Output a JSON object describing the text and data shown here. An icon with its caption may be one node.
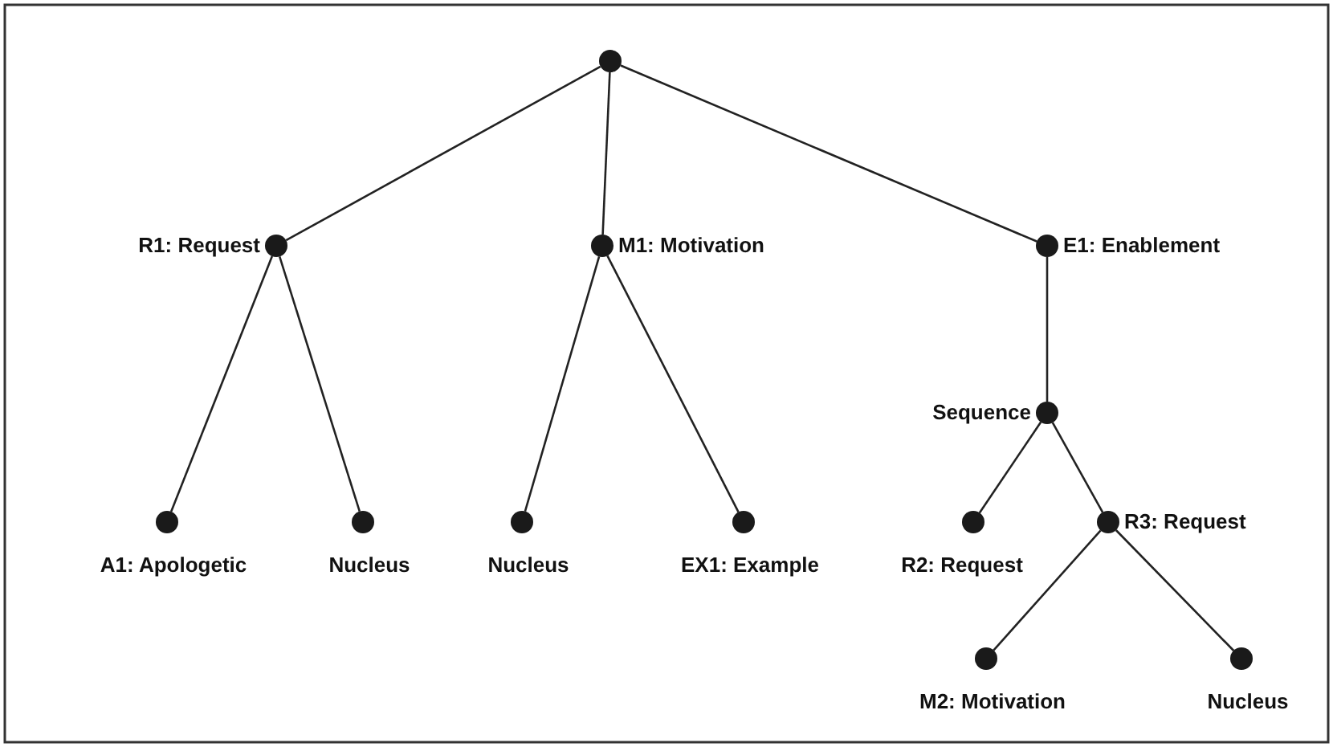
{
  "diagram": {
    "nodes": [
      {
        "text": [],
        "shape": "circle"
      },
      {
        "text": [],
        "shape": "circle",
        "beside": [
          "R1: Request"
        ]
      },
      {
        "text": [],
        "shape": "circle",
        "beside": [
          "M1: Motivation"
        ]
      },
      {
        "text": [],
        "shape": "circle",
        "beside": [
          "E1: Enablement"
        ]
      },
      {
        "text": [],
        "shape": "circle",
        "beside": [
          "A1: Apologetic"
        ]
      },
      {
        "text": [],
        "shape": "circle",
        "beside": [
          "Nucleus"
        ]
      },
      {
        "text": [],
        "shape": "circle",
        "beside": [
          "Nucleus"
        ]
      },
      {
        "text": [],
        "shape": "circle",
        "beside": [
          "EX1: Example"
        ]
      },
      {
        "text": [],
        "shape": "circle",
        "beside": [
          "Sequence"
        ]
      },
      {
        "text": [],
        "shape": "circle",
        "beside": [
          "R2: Request"
        ]
      },
      {
        "text": [],
        "shape": "circle",
        "beside": [
          "R3: Request"
        ]
      },
      {
        "text": [],
        "shape": "circle",
        "beside": [
          "M2: Motivation"
        ]
      },
      {
        "text": [],
        "shape": "circle",
        "beside": [
          "Nucleus"
        ]
      }
    ],
    "edges": [
      {
        "from": 0,
        "to": 1,
        "arrow": "none"
      },
      {
        "from": 0,
        "to": 2,
        "arrow": "none"
      },
      {
        "from": 0,
        "to": 3,
        "arrow": "none"
      },
      {
        "from": 1,
        "to": 4,
        "arrow": "none"
      },
      {
        "from": 1,
        "to": 5,
        "arrow": "none"
      },
      {
        "from": 2,
        "to": 6,
        "arrow": "none"
      },
      {
        "from": 2,
        "to": 7,
        "arrow": "none"
      },
      {
        "from": 3,
        "to": 8,
        "arrow": "none"
      },
      {
        "from": 8,
        "to": 9,
        "arrow": "none"
      },
      {
        "from": 8,
        "to": 10,
        "arrow": "none"
      },
      {
        "from": 10,
        "to": 11,
        "arrow": "none"
      },
      {
        "from": 10,
        "to": 12,
        "arrow": "none"
      }
    ]
  }
}
